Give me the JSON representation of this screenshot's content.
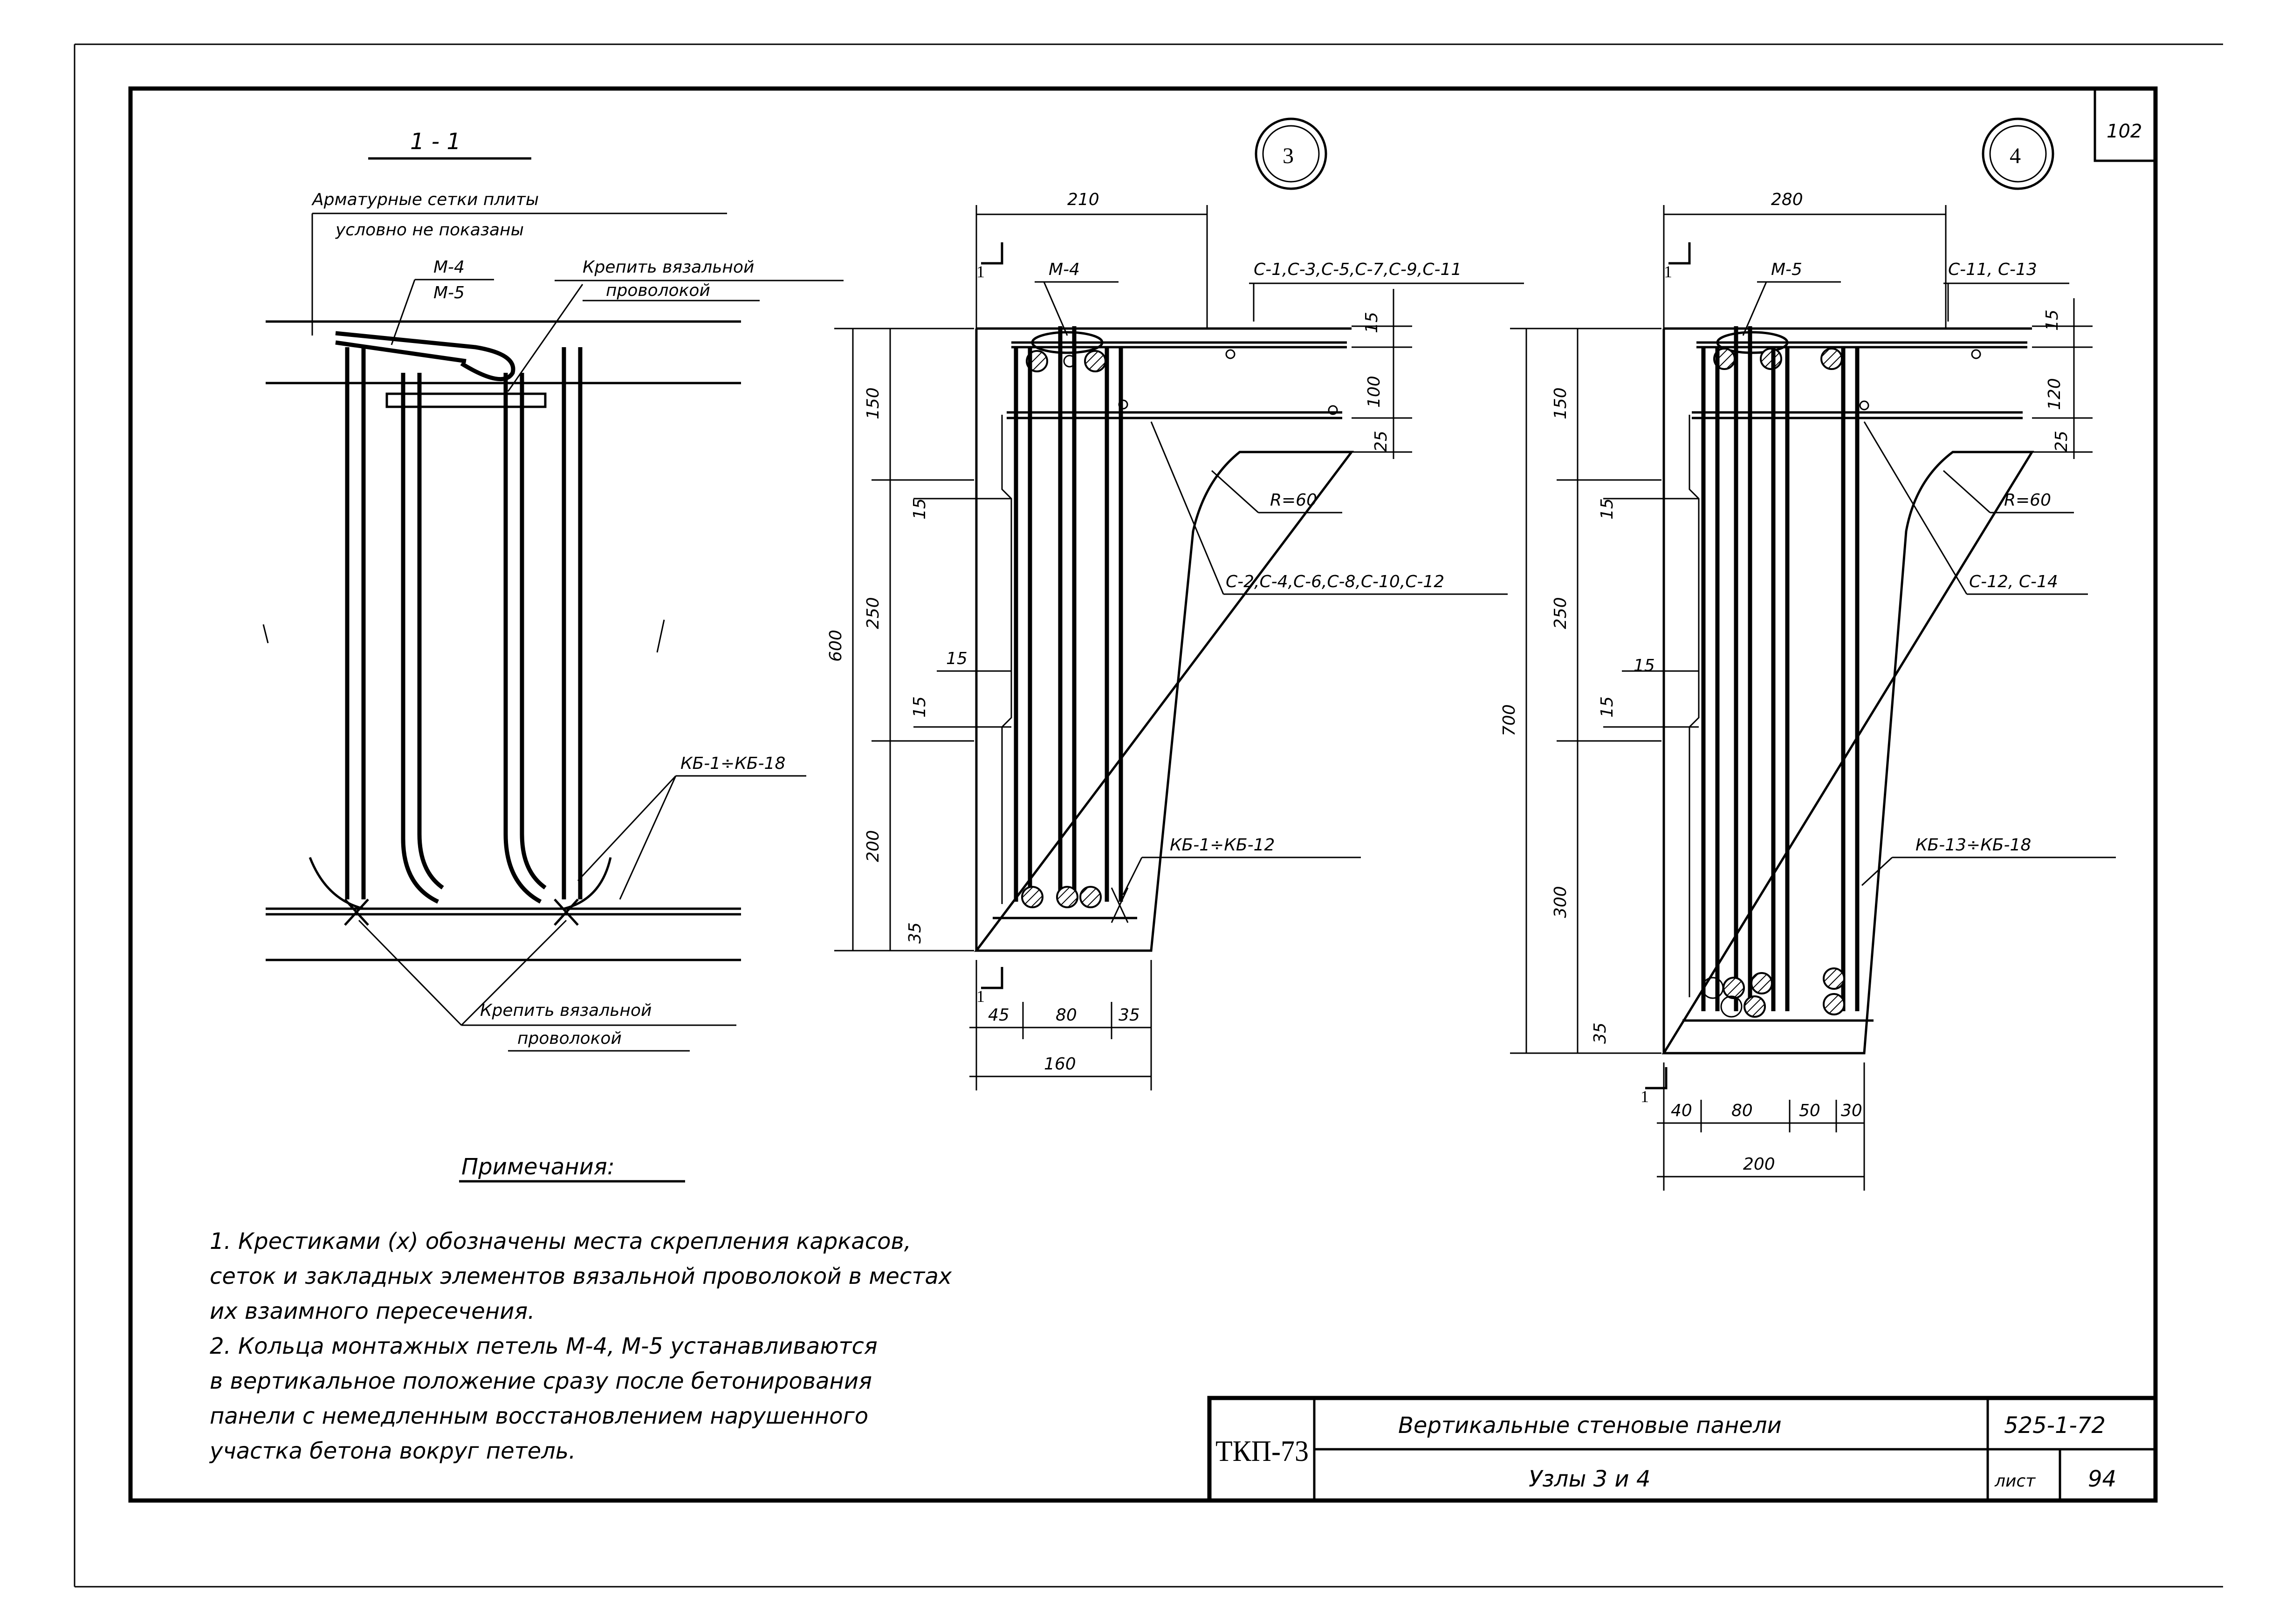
{
  "sheet": {
    "sheet_no": "102",
    "org": "ТКП-73",
    "title": "Вертикальные стеновые панели",
    "subtitle": "Узлы 3 и 4",
    "series": "525-1-72",
    "list_label": "лист",
    "list_no": "94"
  },
  "section11": {
    "title": "1 - 1",
    "note_line1": "Арматурные сетки плиты",
    "note_line2": "условно не показаны",
    "m4": "М-4",
    "m5": "М-5",
    "tie_top_1": "Крепить вязальной",
    "tie_top_2": "проволокой",
    "kb": "КБ-1÷КБ-18",
    "tie_bot_1": "Крепить вязальной",
    "tie_bot_2": "проволокой"
  },
  "node3": {
    "number": "3",
    "dim_top": "210",
    "section_mark": "1",
    "m_label": "М-4",
    "mesh_top": "С-1,С-3,С-5,С-7,С-9,С-11",
    "mesh_bottom": "С-2,С-4,С-6,С-8,С-10,С-12",
    "radius": "R=60",
    "kb": "КБ-1÷КБ-12",
    "d15a": "15",
    "d100": "100",
    "d25": "25",
    "d150": "150",
    "d15b": "15",
    "d250": "250",
    "d15c": "15",
    "d15d": "15",
    "d600": "600",
    "d200": "200",
    "d35": "35",
    "b45": "45",
    "b80": "80",
    "b35": "35",
    "b160": "160"
  },
  "node4": {
    "number": "4",
    "dim_top": "280",
    "section_mark": "1",
    "m_label": "М-5",
    "mesh_top": "С-11, С-13",
    "mesh_bottom": "С-12, С-14",
    "radius": "R=60",
    "kb": "КБ-13÷КБ-18",
    "d15a": "15",
    "d120": "120",
    "d25": "25",
    "d150": "150",
    "d15b": "15",
    "d250": "250",
    "d15c": "15",
    "d15d": "15",
    "d700": "700",
    "d300": "300",
    "d35": "35",
    "b40": "40",
    "b80": "80",
    "b50": "50",
    "b30": "30",
    "b200": "200"
  },
  "notes": {
    "heading": "Примечания:",
    "lines": [
      "1.  Крестиками (х) обозначены места скрепления каркасов,",
      "сеток и закладных элементов вязальной проволокой в местах",
      "их взаимного пересечения.",
      "2.  Кольца монтажных петель М-4, М-5 устанавливаются",
      "в вертикальное положение сразу после бетонирования",
      "панели с немедленным восстановлением нарушенного",
      "участка бетона вокруг петель."
    ]
  }
}
